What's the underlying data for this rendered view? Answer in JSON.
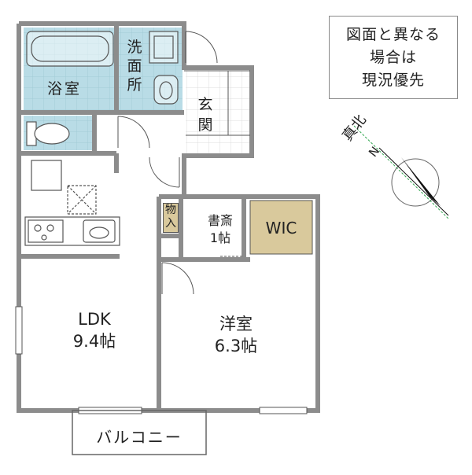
{
  "notice": {
    "lines": [
      "図面と異なる",
      "場合は",
      "現況優先"
    ]
  },
  "compass": {
    "label": "真北",
    "north_letter": "N"
  },
  "rooms": {
    "bath": "浴室",
    "washroom": [
      "洗",
      "面",
      "所"
    ],
    "entrance": [
      "玄",
      "関"
    ],
    "storage": [
      "物",
      "入"
    ],
    "study_name": "書斎",
    "study_size": "1帖",
    "wic": "WIC",
    "ldk_name": "LDK",
    "ldk_size": "9.4帖",
    "western_name": "洋室",
    "western_size": "6.3帖",
    "balcony": "バルコニー"
  },
  "colors": {
    "wall": "#8c8c8c",
    "wet_area": "#b9dce6",
    "entrance_floor": "#ffffff",
    "wic_floor": "#d9c99c",
    "line": "#555555",
    "compass_green": "#34a853"
  }
}
